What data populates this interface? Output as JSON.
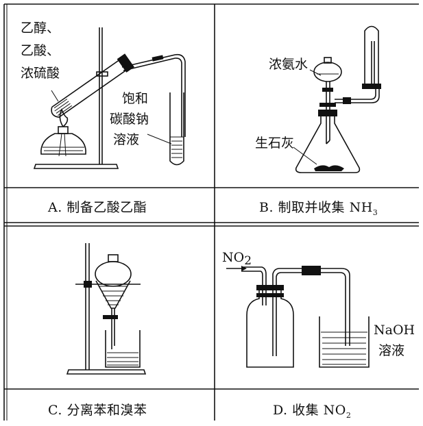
{
  "panels": {
    "a": {
      "caption": "A. 制备乙酸乙酯",
      "labels": {
        "line1": "乙醇、",
        "line2": "乙酸、",
        "line3": "浓硫酸",
        "right1": "饱和",
        "right2": "碳酸钠",
        "right3": "溶液"
      }
    },
    "b": {
      "caption_main": "B. 制取并收集 NH",
      "caption_sub": "3",
      "labels": {
        "top": "浓氨水",
        "bottom": "生石灰"
      }
    },
    "c": {
      "caption": "C. 分离苯和溴苯"
    },
    "d": {
      "caption_main": "D. 收集 NO",
      "caption_sub": "2",
      "labels": {
        "gas_main": "NO",
        "gas_sub": "2",
        "sol1": "NaOH",
        "sol2": "溶液"
      }
    }
  }
}
